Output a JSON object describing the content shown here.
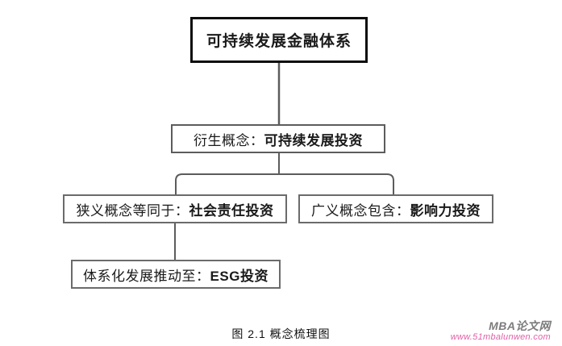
{
  "figure": {
    "caption": "图 2.1  概念梳理图",
    "nodes": {
      "root": {
        "lead": "",
        "key": "可持续发展金融体系"
      },
      "derived": {
        "lead": "衍生概念：",
        "key": "可持续发展投资"
      },
      "narrow": {
        "lead": "狭义概念等同于：",
        "key": "社会责任投资"
      },
      "broad": {
        "lead": "广义概念包含：",
        "key": "影响力投资"
      },
      "esg": {
        "lead": "体系化发展推动至：",
        "key": "ESG投资"
      }
    },
    "colors": {
      "root_border": "#0d0d0d",
      "node_border": "#6b6b6b",
      "connector": "#5c5c5c",
      "text": "#1a1a1a"
    }
  },
  "watermark": {
    "title": "MBA论文网",
    "url": "www.51mbalunwen.com",
    "title_color": "#7d7d7d",
    "url_color": "#e060a8"
  }
}
